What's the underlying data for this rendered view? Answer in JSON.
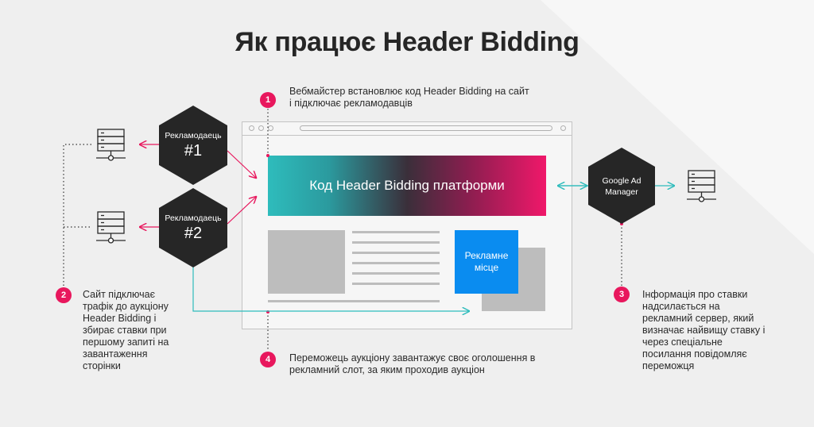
{
  "title": "Як працює Header Bidding",
  "steps": [
    {
      "num": "1",
      "text_lines": [
        "Вебмайстер встановлює код Header Bidding на сайт",
        "і підключає рекламодавців"
      ]
    },
    {
      "num": "2",
      "text_lines": [
        "Сайт підключає",
        "трафік до аукціону",
        "Header Bidding і",
        "збирає ставки при",
        "першому запиті на",
        "завантаження",
        "сторінки"
      ]
    },
    {
      "num": "3",
      "text_lines": [
        "Інформація про ставки",
        "надсилається на",
        "рекламний сервер, який",
        "визначає найвищу ставку і",
        "через спеціальне",
        "посилання повідомляє",
        "переможця"
      ]
    },
    {
      "num": "4",
      "text_lines": [
        "Переможець аукціону завантажує своє оголошення в",
        "рекламний слот, за яким проходив аукціон"
      ]
    }
  ],
  "advertisers": [
    {
      "label": "Рекламодаець",
      "id": "#1"
    },
    {
      "label": "Рекламодаець",
      "id": "#2"
    }
  ],
  "google_ad_manager": [
    "Google Ad",
    "Manager"
  ],
  "header_bidding_code": "Код Header Bidding платформи",
  "ad_slot": [
    "Рекламне",
    "місце"
  ],
  "colors": {
    "accent": "#e8175d",
    "teal": "#2ebcbc",
    "blue": "#0a8cf0",
    "dark": "#262626"
  }
}
